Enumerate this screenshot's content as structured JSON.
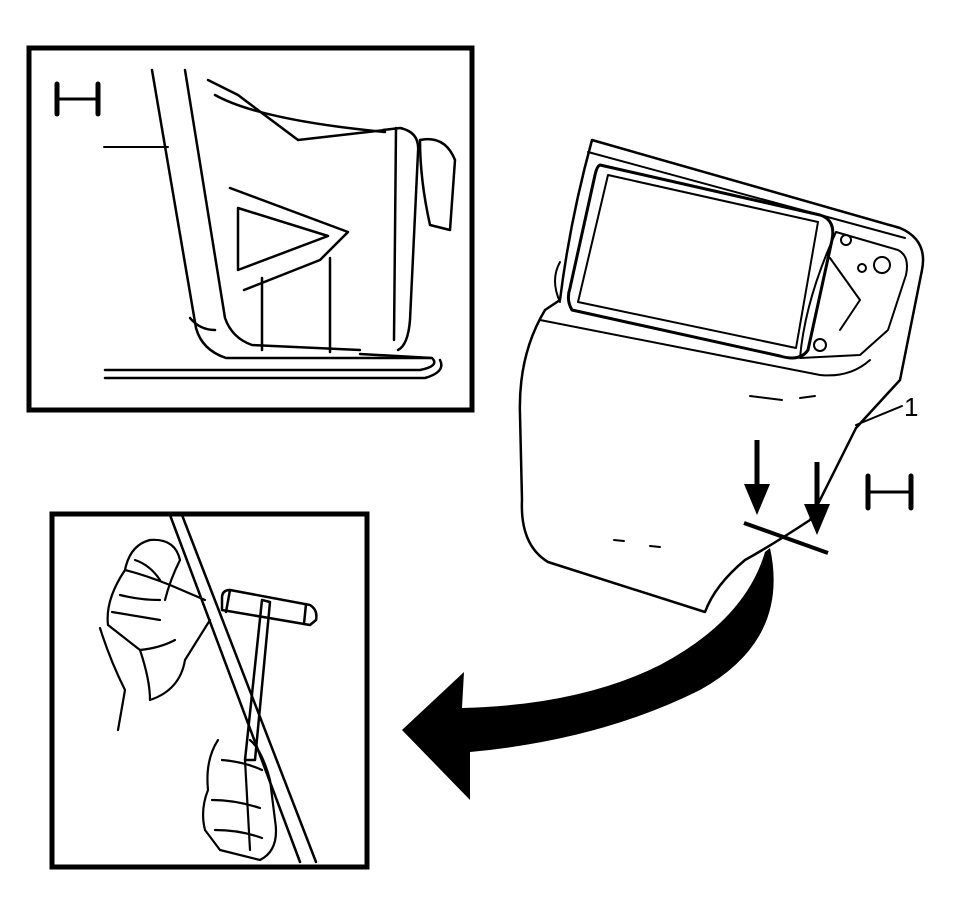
{
  "callouts": {
    "door_number": "1"
  },
  "colors": {
    "ink": "#000000",
    "paper": "#ffffff"
  },
  "icons": {
    "section_marker_top_inset": "section-view-symbol",
    "section_marker_door": "section-view-symbol",
    "flow_arrow": "curved-arrow",
    "press_arrows": "down-arrows"
  }
}
